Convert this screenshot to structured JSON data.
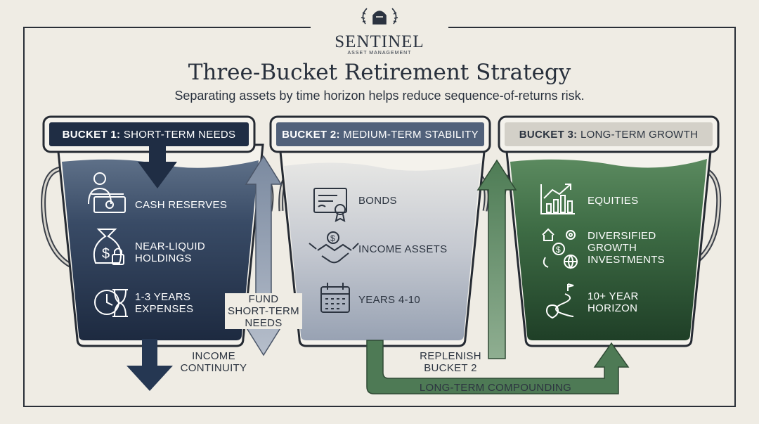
{
  "brand": {
    "name": "SENTINEL",
    "subtitle": "ASSET MANAGEMENT"
  },
  "title": "Three-Bucket Retirement Strategy",
  "subtitle": "Separating assets by time horizon helps reduce sequence-of-returns risk.",
  "buckets": [
    {
      "bold": "BUCKET 1:",
      "rest": "SHORT-TERM NEEDS",
      "color": "#1f2d44",
      "items": [
        {
          "icon": "cash-icon",
          "text": "CASH RESERVES"
        },
        {
          "icon": "money-bag-lock-icon",
          "text": "NEAR-LIQUID\nHOLDINGS"
        },
        {
          "icon": "clock-hourglass-icon",
          "text": "1-3 YEARS\nEXPENSES"
        }
      ]
    },
    {
      "bold": "BUCKET 2:",
      "rest": "MEDIUM-TERM STABILITY",
      "color": "#51617a",
      "items": [
        {
          "icon": "certificate-icon",
          "text": "BONDS"
        },
        {
          "icon": "handshake-icon",
          "text": "INCOME ASSETS"
        },
        {
          "icon": "calendar-icon",
          "text": "YEARS 4-10"
        }
      ]
    },
    {
      "bold": "BUCKET 3:",
      "rest": "LONG-TERM GROWTH",
      "color": "#2e5536",
      "items": [
        {
          "icon": "growth-chart-icon",
          "text": "EQUITIES"
        },
        {
          "icon": "diversified-icon",
          "text": "DIVERSIFIED\nGROWTH\nINVESTMENTS"
        },
        {
          "icon": "road-horizon-icon",
          "text": "10+ YEAR\nHORIZON"
        }
      ]
    }
  ],
  "flows": {
    "income": "INCOME\nCONTINUITY",
    "fund": "FUND\nSHORT-TERM\nNEEDS",
    "replenish": "REPLENISH\nBUCKET 2",
    "compounding": "LONG-TERM COMPOUNDING"
  }
}
